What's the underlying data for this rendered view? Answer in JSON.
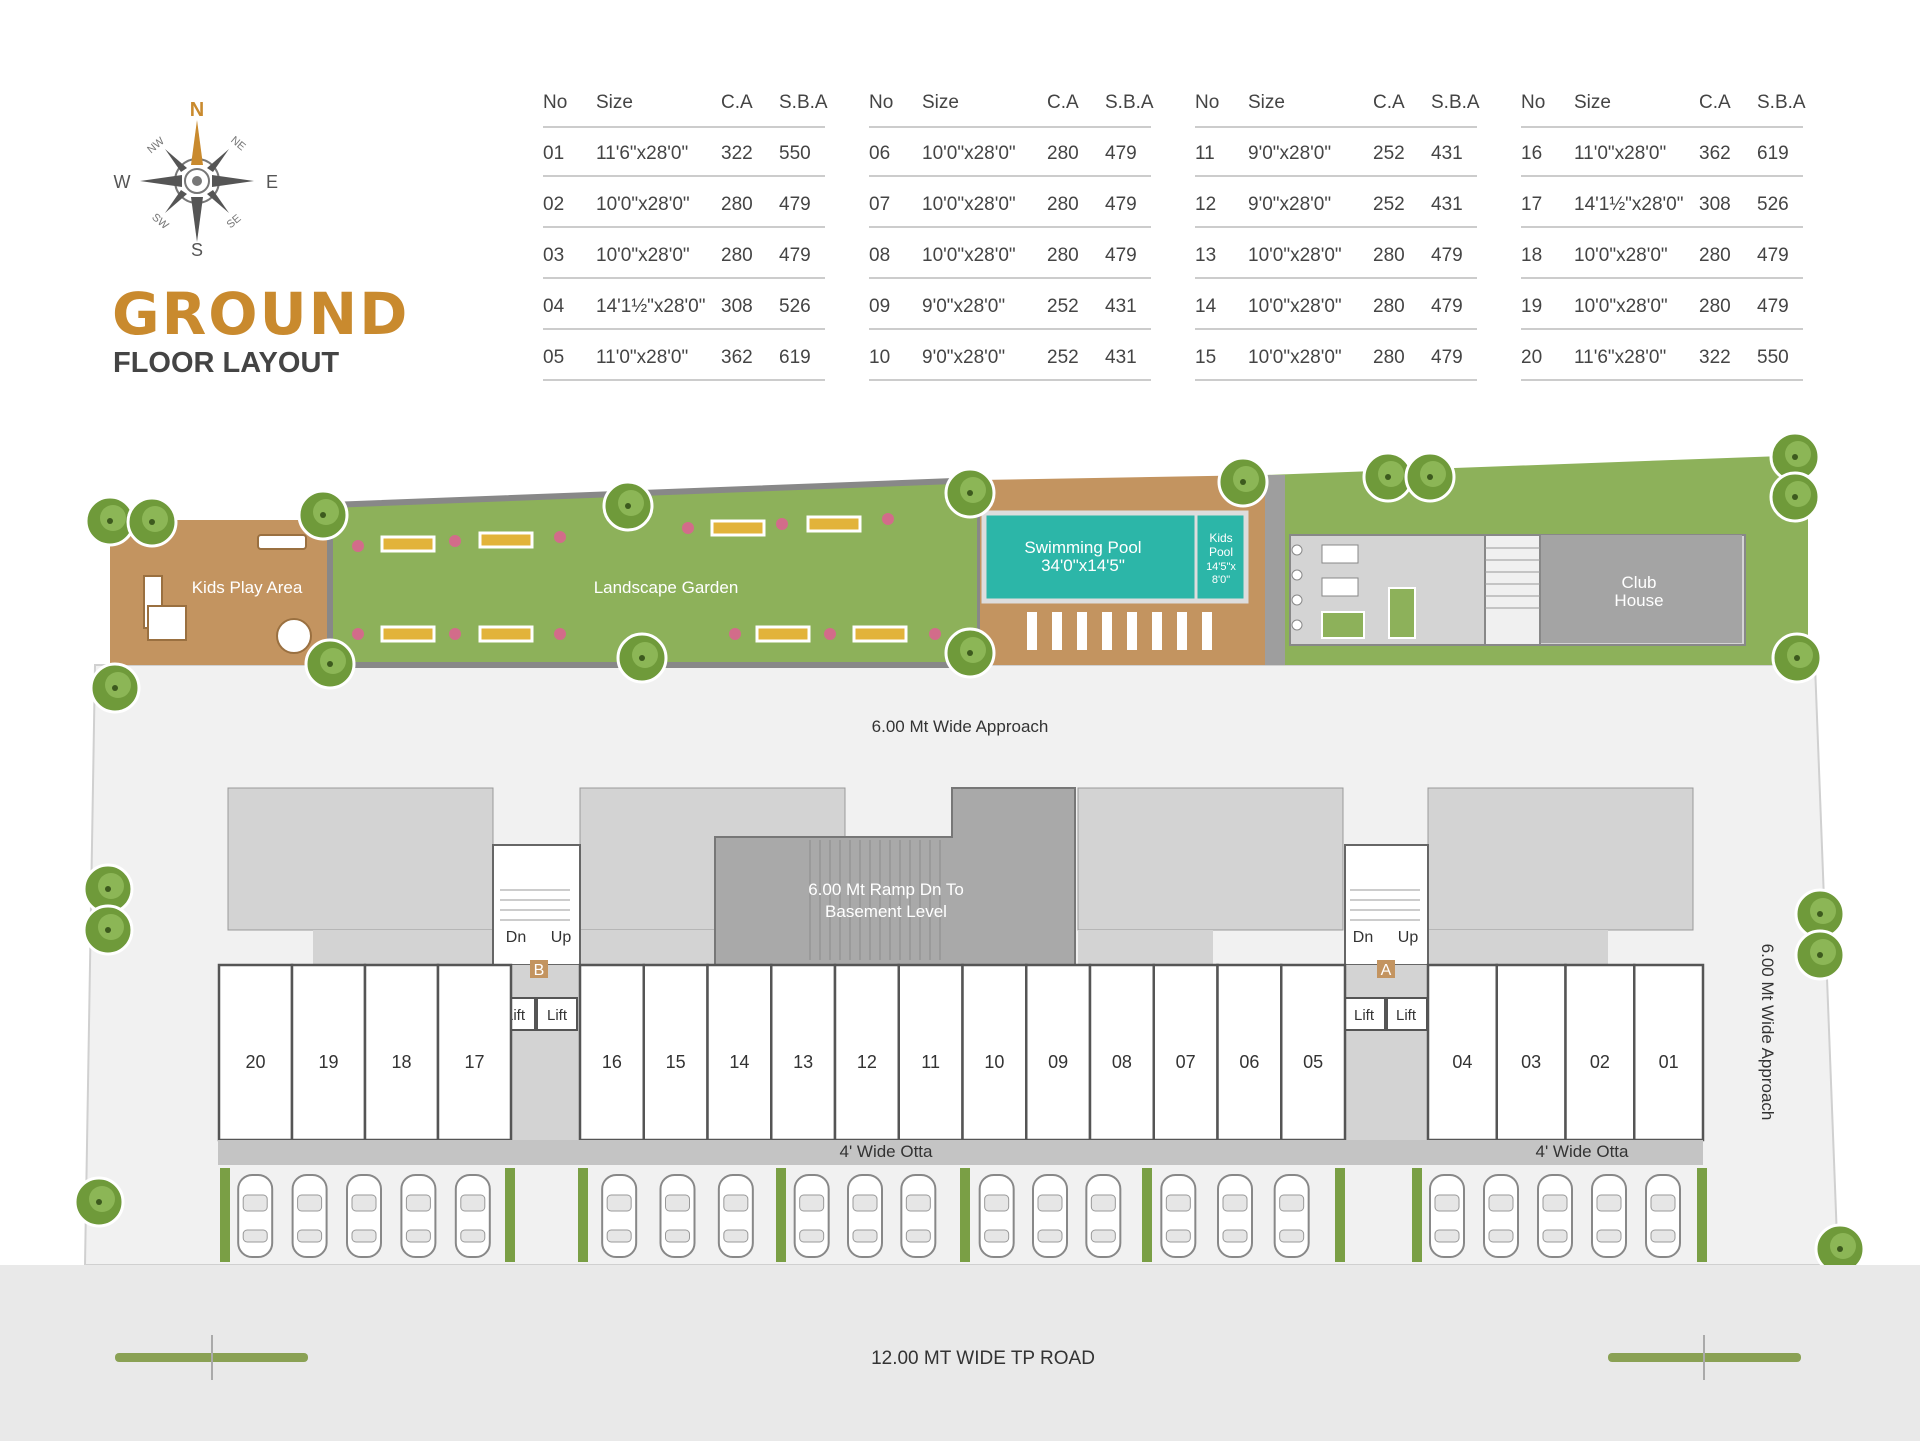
{
  "compass": {
    "n": "N",
    "s": "S",
    "e": "E",
    "w": "W",
    "ne": "NE",
    "nw": "NW",
    "se": "SE",
    "sw": "SW"
  },
  "title": {
    "line1": "GROUND",
    "line2": "FLOOR LAYOUT"
  },
  "colors": {
    "brand_gold": "#c98a2e",
    "garden_green": "#8db15a",
    "play_brown": "#c39460",
    "pool": "#2cb6a8",
    "road": "#e9e9e9",
    "building_gray": "#a9a9a9",
    "club": "#a4a4a4",
    "tree": "#6f9a3a"
  },
  "unit_table": {
    "headers": [
      "No",
      "Size",
      "C.A",
      "S.B.A"
    ],
    "columns": [
      [
        [
          "01",
          "11'6\"x28'0\"",
          "322",
          "550"
        ],
        [
          "02",
          "10'0\"x28'0\"",
          "280",
          "479"
        ],
        [
          "03",
          "10'0\"x28'0\"",
          "280",
          "479"
        ],
        [
          "04",
          "14'1½\"x28'0\"",
          "308",
          "526"
        ],
        [
          "05",
          "11'0\"x28'0\"",
          "362",
          "619"
        ]
      ],
      [
        [
          "06",
          "10'0\"x28'0\"",
          "280",
          "479"
        ],
        [
          "07",
          "10'0\"x28'0\"",
          "280",
          "479"
        ],
        [
          "08",
          "10'0\"x28'0\"",
          "280",
          "479"
        ],
        [
          "09",
          "9'0\"x28'0\"",
          "252",
          "431"
        ],
        [
          "10",
          "9'0\"x28'0\"",
          "252",
          "431"
        ]
      ],
      [
        [
          "11",
          "9'0\"x28'0\"",
          "252",
          "431"
        ],
        [
          "12",
          "9'0\"x28'0\"",
          "252",
          "431"
        ],
        [
          "13",
          "10'0\"x28'0\"",
          "280",
          "479"
        ],
        [
          "14",
          "10'0\"x28'0\"",
          "280",
          "479"
        ],
        [
          "15",
          "10'0\"x28'0\"",
          "280",
          "479"
        ]
      ],
      [
        [
          "16",
          "11'0\"x28'0\"",
          "362",
          "619"
        ],
        [
          "17",
          "14'1½\"x28'0\"",
          "308",
          "526"
        ],
        [
          "18",
          "10'0\"x28'0\"",
          "280",
          "479"
        ],
        [
          "19",
          "10'0\"x28'0\"",
          "280",
          "479"
        ],
        [
          "20",
          "11'6\"x28'0\"",
          "322",
          "550"
        ]
      ]
    ]
  },
  "plan": {
    "kids_play_area": "Kids Play Area",
    "landscape_garden": "Landscape Garden",
    "swimming_pool": "Swimming Pool",
    "swimming_pool_size": "34'0\"x14'5\"",
    "kids_pool": [
      "Kids",
      "Pool",
      "14'5\"x",
      "8'0\""
    ],
    "club_house": [
      "Club",
      "House"
    ],
    "approach_top": "6.00 Mt Wide Approach",
    "approach_side": "6.00 Mt Wide Approach",
    "ramp": [
      "6.00 Mt Ramp Dn To",
      "Basement Level"
    ],
    "otta_left": "4' Wide Otta",
    "otta_right": "4' Wide Otta",
    "road": "12.00 MT WIDE TP ROAD",
    "core_b": {
      "letter": "B",
      "dn": "Dn",
      "up": "Up",
      "lift": "Lift"
    },
    "core_a": {
      "letter": "A",
      "dn": "Dn",
      "up": "Up",
      "lift": "Lift"
    },
    "shops_left": [
      "20",
      "19",
      "18",
      "17"
    ],
    "shops_middle": [
      "16",
      "15",
      "14",
      "13",
      "12",
      "11",
      "10",
      "09",
      "08",
      "07",
      "06",
      "05"
    ],
    "shops_right": [
      "04",
      "03",
      "02",
      "01"
    ]
  }
}
